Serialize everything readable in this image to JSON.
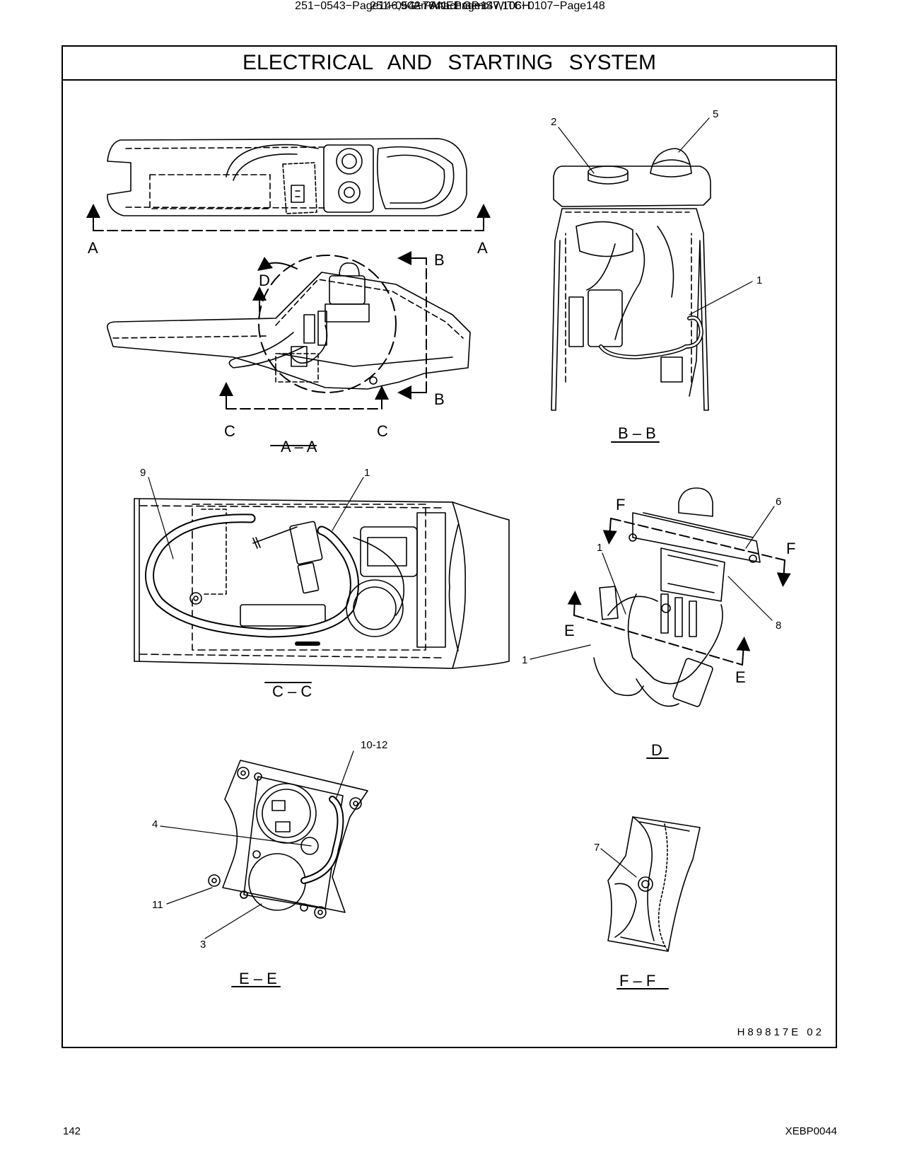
{
  "title": "ELECTRICAL AND STARTING SYSTEM",
  "views": {
    "aa": {
      "title": "A – A",
      "cut_letter_left": "A",
      "cut_letter_right": "A",
      "sec_b_top": "B",
      "sec_b_bottom": "B",
      "sec_c_left": "C",
      "sec_c_right": "C",
      "detail": "D"
    },
    "bb": {
      "title": "B – B",
      "callout_2": "2",
      "callout_5": "5",
      "callout_1": "1"
    },
    "cc": {
      "title": "C – C",
      "callout_9": "9",
      "callout_1": "1"
    },
    "d": {
      "title": "D",
      "sec_f_left": "F",
      "sec_f_right": "F",
      "sec_e_left": "E",
      "sec_e_right": "E",
      "callout_6": "6",
      "callout_1a": "1",
      "callout_8": "8",
      "callout_1b": "1"
    },
    "ee": {
      "title": "E – E",
      "callout_10_12": "10-12",
      "callout_4": "4",
      "callout_11": "11",
      "callout_3": "3"
    },
    "ff": {
      "title": "F – F",
      "callout_7": "7"
    }
  },
  "drawing_id": "H89817E    02",
  "footer": {
    "part": "251−0542   PANEL  GP−SWITCH",
    "refs": "251−0543−Page146,9G−7641−Page147,106−0107−Page148",
    "attachment": "An Attachment"
  },
  "page_number": "142",
  "doc_code": "XEBP0044"
}
